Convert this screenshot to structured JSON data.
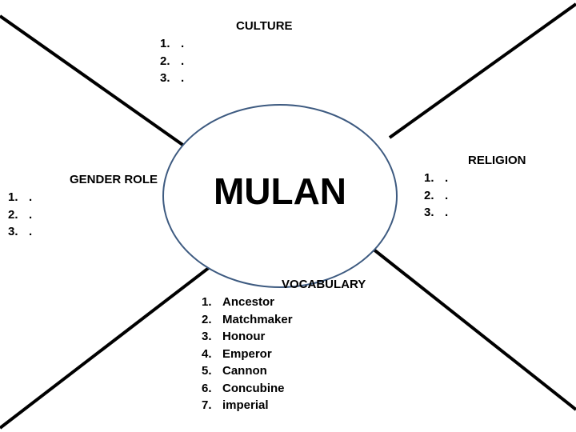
{
  "center": {
    "title": "MULAN"
  },
  "colors": {
    "ellipse_stroke": "#3d5a80",
    "lines": "#000000",
    "text": "#000000"
  },
  "culture": {
    "heading": "CULTURE",
    "items": [
      {
        "num": "1.",
        "text": "."
      },
      {
        "num": "2.",
        "text": "."
      },
      {
        "num": "3.",
        "text": "."
      }
    ]
  },
  "religion": {
    "heading": "RELIGION",
    "items": [
      {
        "num": "1.",
        "text": "."
      },
      {
        "num": "2.",
        "text": "."
      },
      {
        "num": "3.",
        "text": "."
      }
    ]
  },
  "gender_role": {
    "heading": "GENDER ROLE",
    "items": [
      {
        "num": "1.",
        "text": "."
      },
      {
        "num": "2.",
        "text": "."
      },
      {
        "num": "3.",
        "text": "."
      }
    ]
  },
  "vocabulary": {
    "heading": "VOCABULARY",
    "items": [
      {
        "num": "1.",
        "text": "Ancestor"
      },
      {
        "num": "2.",
        "text": "Matchmaker"
      },
      {
        "num": "3.",
        "text": "Honour"
      },
      {
        "num": "4.",
        "text": "Emperor"
      },
      {
        "num": "5.",
        "text": "Cannon"
      },
      {
        "num": "6.",
        "text": "Concubine"
      },
      {
        "num": "7.",
        "text": "imperial"
      }
    ]
  }
}
